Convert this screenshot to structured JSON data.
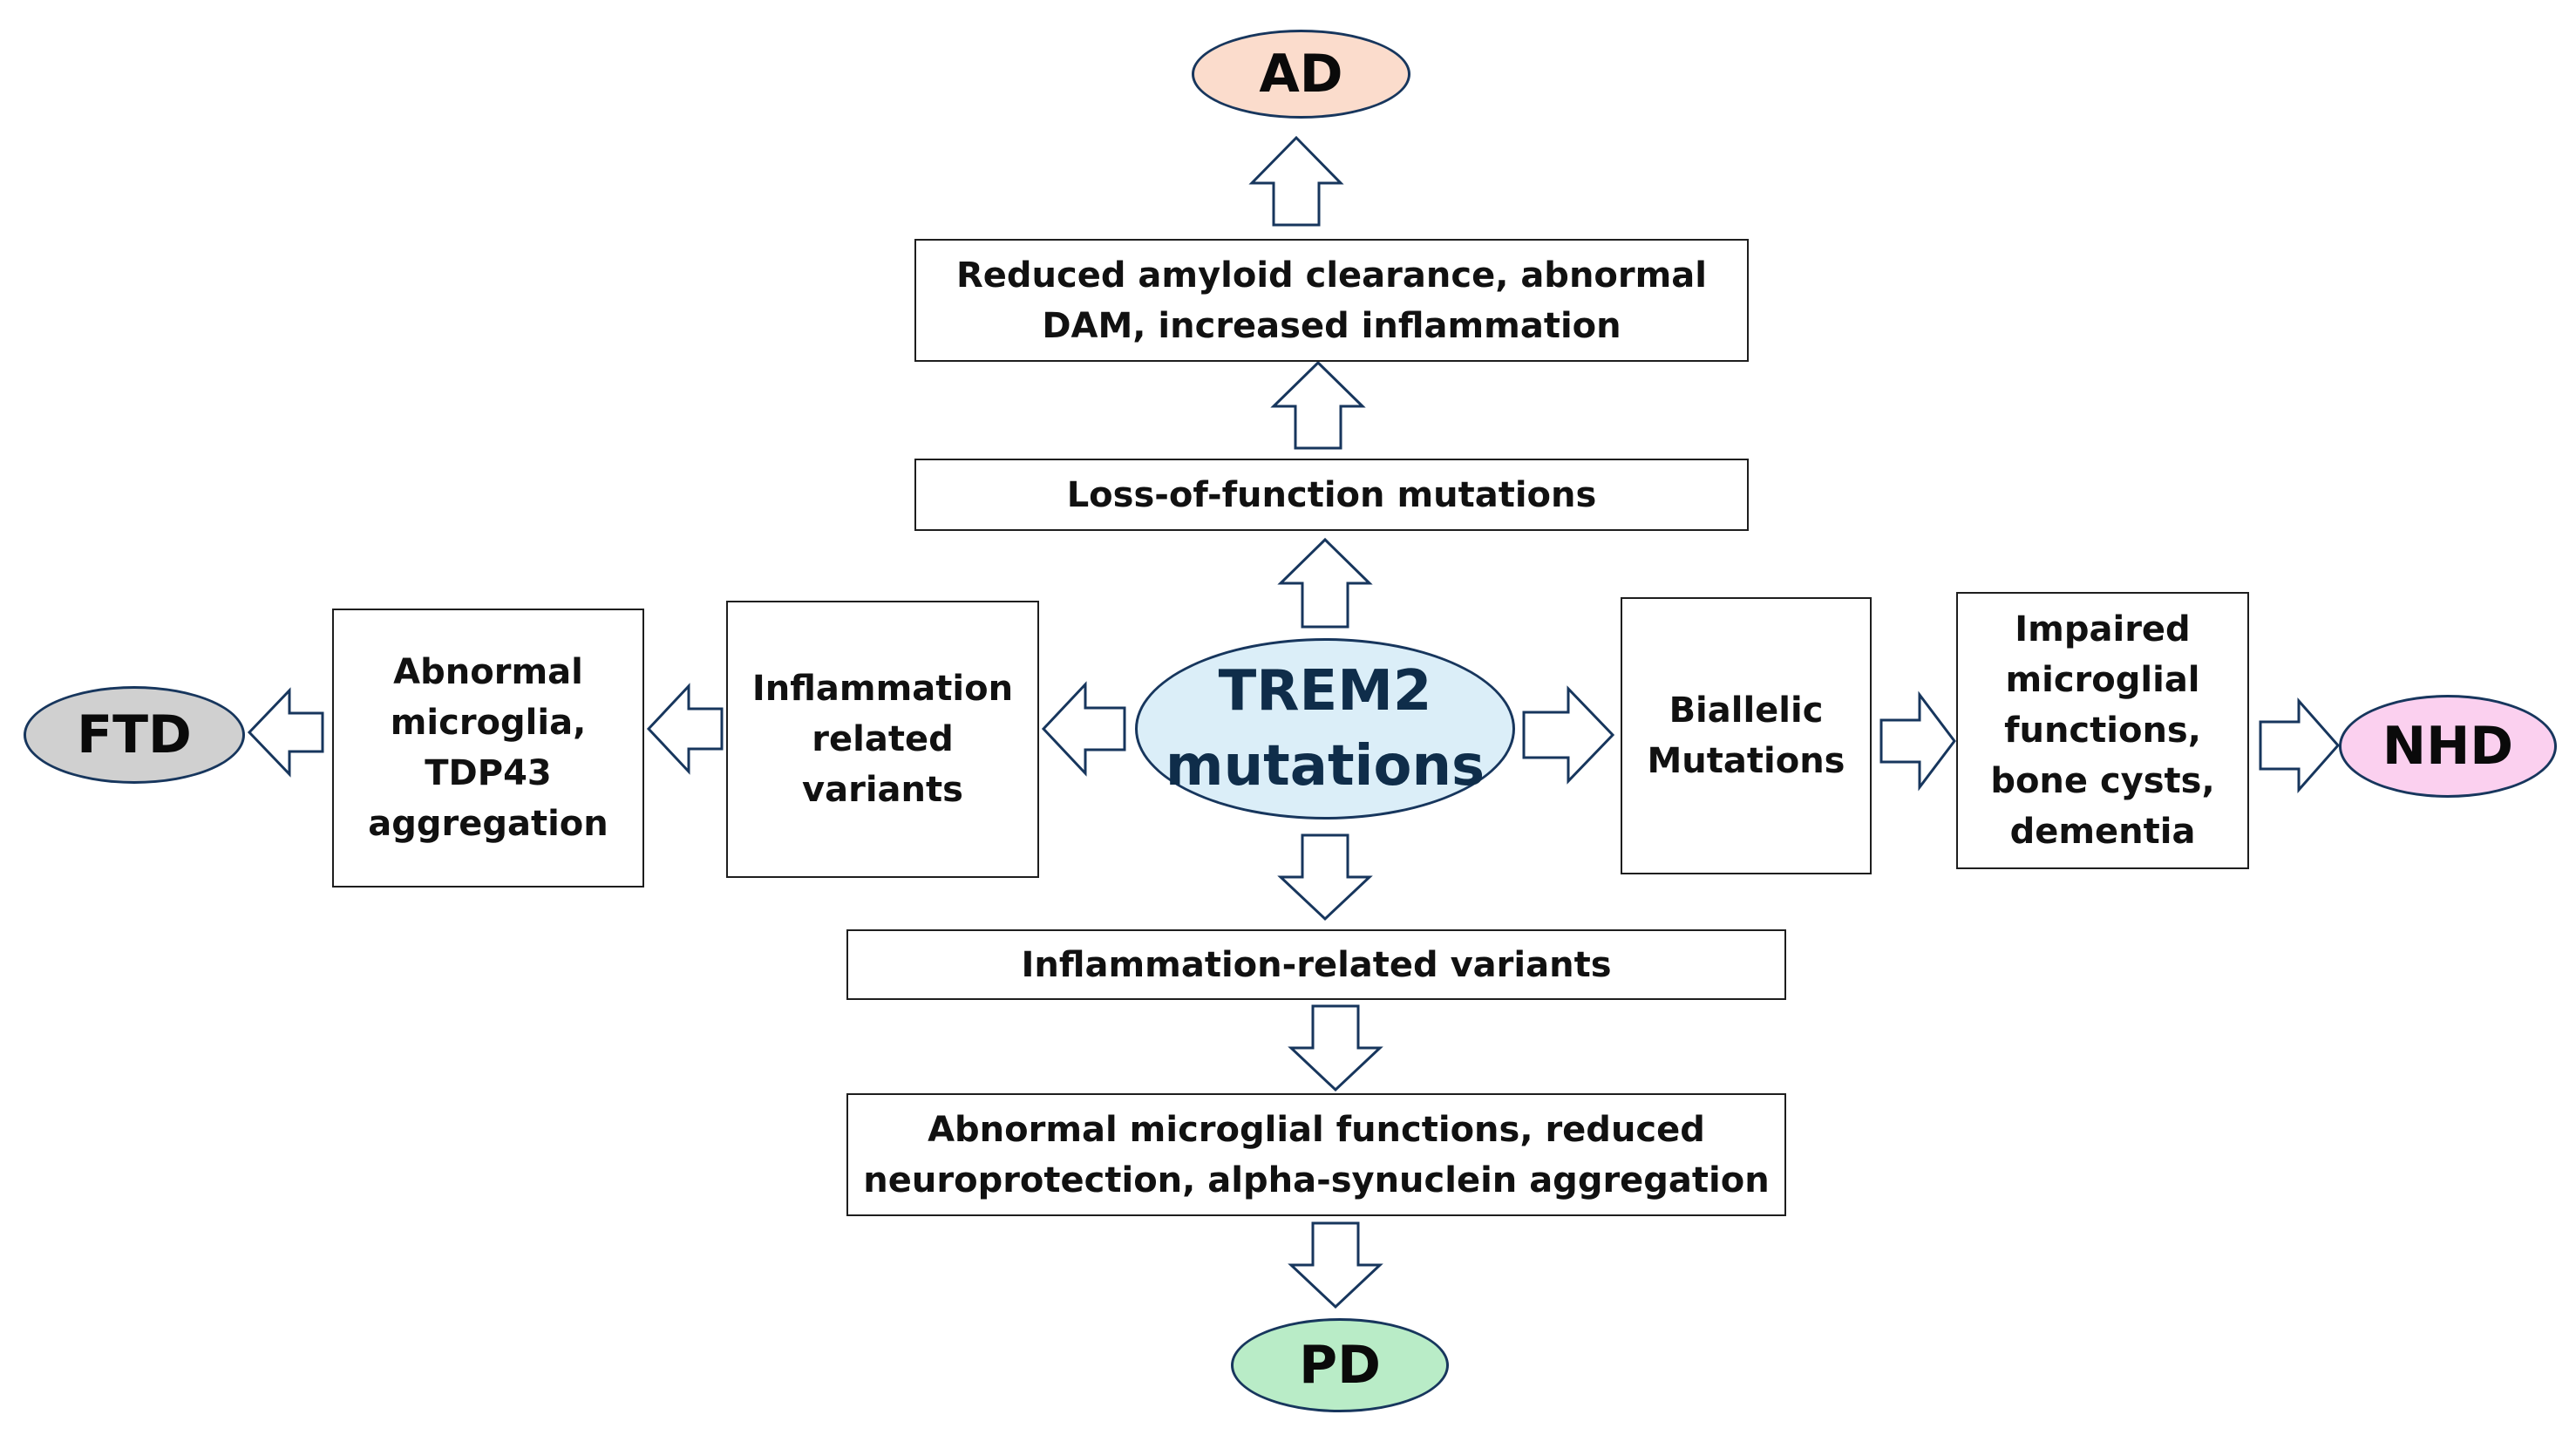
{
  "center": {
    "label": "TREM2\nmutations",
    "fill": "#dbeef8"
  },
  "outcomes": {
    "ad": {
      "label": "AD",
      "fill": "#fbdccc"
    },
    "ftd": {
      "label": "FTD",
      "fill": "#d0d0d0"
    },
    "nhd": {
      "label": "NHD",
      "fill": "#fbd0ef"
    },
    "pd": {
      "label": "PD",
      "fill": "#b9ecc7"
    }
  },
  "boxes": {
    "ad_effects": "Reduced amyloid clearance, abnormal\nDAM, increased inflammation",
    "loss_of_function": "Loss-of-function mutations",
    "ftd_effects": "Abnormal\nmicroglia,\nTDP43\naggregation",
    "ftd_variants": "Inflammation\nrelated\nvariants",
    "biallelic": "Biallelic\nMutations",
    "nhd_effects": "Impaired\nmicroglial\nfunctions,\nbone cysts,\ndementia",
    "pd_variants": "Inflammation-related variants",
    "pd_effects": "Abnormal microglial functions, reduced\nneuroprotection, alpha-synuclein aggregation"
  },
  "colors": {
    "arrow_stroke": "#17365d",
    "box_border": "#1e1e1e"
  }
}
